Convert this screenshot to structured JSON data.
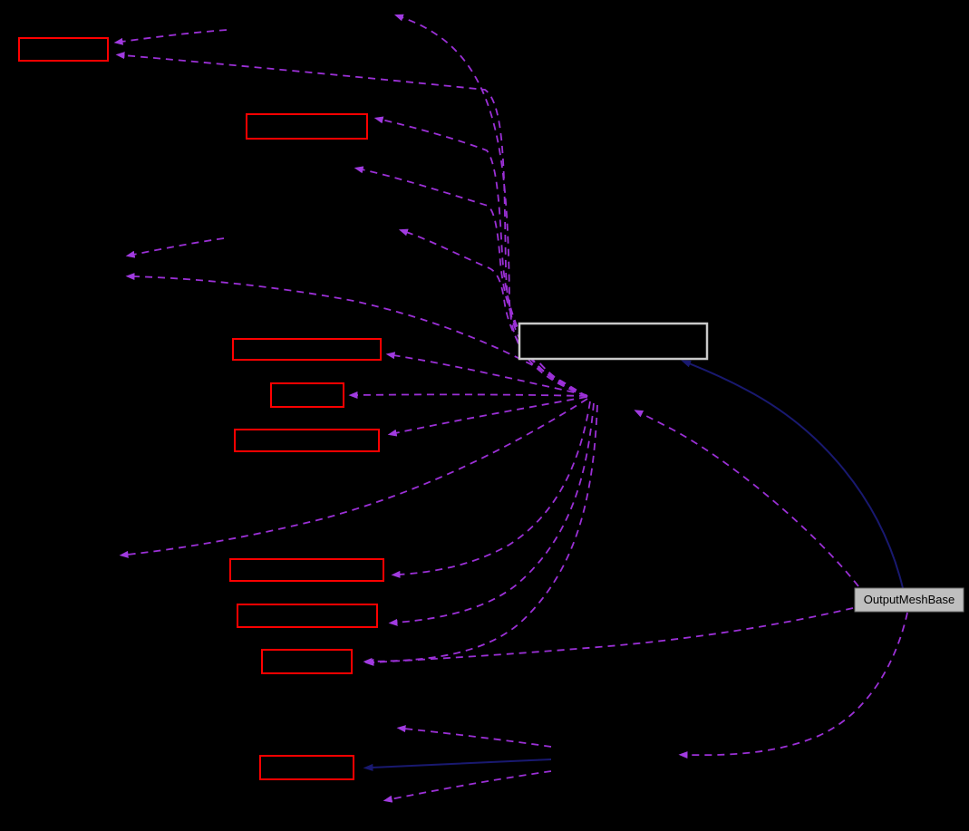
{
  "diagram": {
    "type": "collaboration-graph",
    "background": "#000000",
    "colors": {
      "canvas": "#000000",
      "truncated_node_border": "#ff0000",
      "highlight_node_border": "#c9c9c9",
      "node_fill": "#000000",
      "main_node_fill": "#bfbfbf",
      "main_node_border": "#6f6f6f",
      "main_node_text": "#000000",
      "usage_edge": "#9b30d6",
      "usage_arrowhead": "#a13be0",
      "inheritance_edge": "#191970",
      "inheritance_arrowhead": "#191970"
    },
    "main_node": {
      "label": "OutputMeshBase",
      "role": "main"
    },
    "nodes": [
      {
        "id": "box-top-left",
        "label": "",
        "role": "truncated"
      },
      {
        "id": "box-upper",
        "label": "",
        "role": "truncated"
      },
      {
        "id": "box-highlight",
        "label": "",
        "role": "highlighted"
      },
      {
        "id": "box-mid-1",
        "label": "",
        "role": "truncated"
      },
      {
        "id": "box-mid-2",
        "label": "",
        "role": "truncated"
      },
      {
        "id": "box-mid-3",
        "label": "",
        "role": "truncated"
      },
      {
        "id": "box-mid-4",
        "label": "",
        "role": "truncated"
      },
      {
        "id": "box-mid-5",
        "label": "",
        "role": "truncated"
      },
      {
        "id": "box-mid-6",
        "label": "",
        "role": "truncated"
      },
      {
        "id": "box-bottom",
        "label": "",
        "role": "truncated"
      },
      {
        "id": "output-mesh-base",
        "label": "OutputMeshBase",
        "role": "main"
      }
    ],
    "edges": [
      {
        "from": "hub",
        "to": "top-arrow",
        "style": "dashed-purple"
      },
      {
        "from": "hub",
        "to": "box-top-left",
        "style": "dashed-purple"
      },
      {
        "from": "hidden-node-a",
        "to": "box-top-left",
        "style": "dashed-purple"
      },
      {
        "from": "hub",
        "to": "box-upper",
        "style": "dashed-purple"
      },
      {
        "from": "hub",
        "to": "arrow-185",
        "style": "dashed-purple"
      },
      {
        "from": "hub",
        "to": "arrow-253",
        "style": "dashed-purple"
      },
      {
        "from": "hidden-node-b",
        "to": "far-left-arrow-1",
        "style": "dashed-purple"
      },
      {
        "from": "hub",
        "to": "far-left-arrow-2",
        "style": "dashed-purple"
      },
      {
        "from": "hub",
        "to": "box-mid-1",
        "style": "dashed-purple"
      },
      {
        "from": "hub",
        "to": "box-mid-2",
        "style": "dashed-purple"
      },
      {
        "from": "hub",
        "to": "box-mid-3",
        "style": "dashed-purple"
      },
      {
        "from": "hub",
        "to": "far-left-arrow-3",
        "style": "dashed-purple"
      },
      {
        "from": "hub",
        "to": "box-mid-4",
        "style": "dashed-purple"
      },
      {
        "from": "hub",
        "to": "box-mid-5",
        "style": "dashed-purple"
      },
      {
        "from": "hub",
        "to": "box-mid-6",
        "style": "dashed-purple"
      },
      {
        "from": "output-mesh-base",
        "to": "box-mid-6",
        "style": "dashed-purple"
      },
      {
        "from": "output-mesh-base",
        "to": "hub",
        "style": "dashed-purple"
      },
      {
        "from": "output-mesh-base",
        "to": "hidden-bottom-node",
        "style": "dashed-purple"
      },
      {
        "from": "hidden-bottom-node",
        "to": "arrow-803",
        "style": "dashed-purple"
      },
      {
        "from": "hidden-bottom-node",
        "to": "arrow-884",
        "style": "dashed-purple"
      },
      {
        "from": "output-mesh-base",
        "to": "box-highlight",
        "style": "solid-navy"
      },
      {
        "from": "hidden-bottom-node",
        "to": "box-bottom",
        "style": "solid-navy"
      }
    ]
  }
}
